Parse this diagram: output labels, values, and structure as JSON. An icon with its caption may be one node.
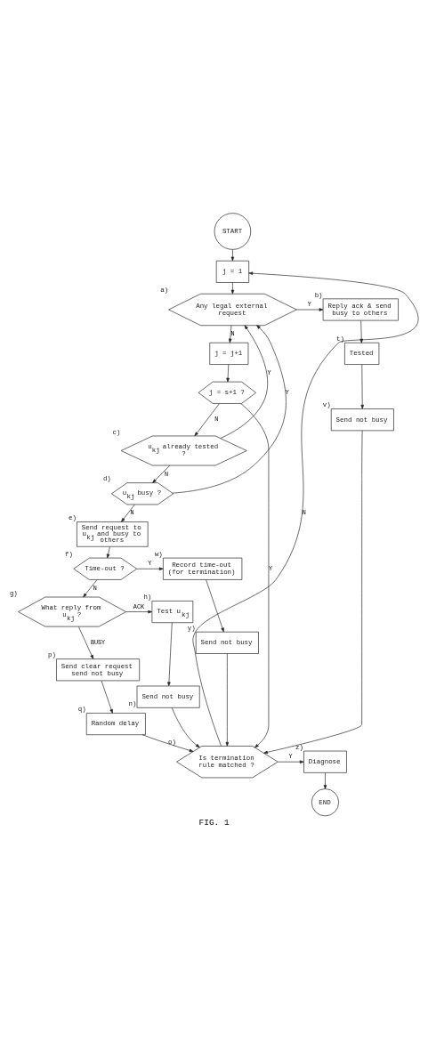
{
  "diagram": {
    "caption": "FIG. 1",
    "nodes": [
      {
        "text": [
          "START"
        ]
      },
      {
        "text": [
          "j = 1"
        ]
      },
      {
        "text": [
          "Any legal external request"
        ],
        "beside": [
          "a)"
        ]
      },
      {
        "text": [
          "Reply ack & send busy to others"
        ],
        "beside": [
          "b)"
        ]
      },
      {
        "text": [
          "Tested"
        ],
        "beside": [
          "t)"
        ]
      },
      {
        "text": [
          "Send not busy"
        ],
        "beside": [
          "v)"
        ]
      },
      {
        "text": [
          "j = j+1"
        ]
      },
      {
        "text": [
          "j = s+1 ?"
        ]
      },
      {
        "text": [
          "u$_{kj}$ already tested ?"
        ],
        "beside": [
          "c)"
        ]
      },
      {
        "text": [
          "u$_{kj}$ busy ?"
        ],
        "beside": [
          "d)"
        ]
      },
      {
        "text": [
          "Send request to u$_{kj}$ and busy to others"
        ],
        "beside": [
          "e)"
        ]
      },
      {
        "text": [
          "Time-out ?"
        ],
        "beside": [
          "f)"
        ]
      },
      {
        "text": [
          "Record time-out (for termination)"
        ],
        "beside": [
          "w)"
        ]
      },
      {
        "text": [
          "Send not busy"
        ],
        "beside": [
          "y)"
        ]
      },
      {
        "text": [
          "What reply from u$_{kj}$ ?"
        ],
        "beside": [
          "g)"
        ]
      },
      {
        "text": [
          "Test u$_{kj}$"
        ],
        "beside": [
          "h)"
        ]
      },
      {
        "text": [
          "Send not busy"
        ],
        "beside": [
          "n)"
        ]
      },
      {
        "text": [
          "Send clear request send not busy"
        ],
        "beside": [
          "p)"
        ]
      },
      {
        "text": [
          "Random delay"
        ],
        "beside": [
          "q)"
        ]
      },
      {
        "text": [
          "Is termination rule matched ?"
        ],
        "beside": [
          "o)"
        ]
      },
      {
        "text": [
          "Diagnose"
        ],
        "beside": [
          "z)"
        ]
      },
      {
        "text": [
          "END"
        ]
      }
    ],
    "edges": [
      {
        "from": 0,
        "to": 1,
        "arrow": "to"
      },
      {
        "from": 1,
        "to": 2,
        "arrow": "to"
      },
      {
        "from": 2,
        "to": 3,
        "arrow": "to",
        "label": "Y"
      },
      {
        "from": 3,
        "to": 4,
        "arrow": "to"
      },
      {
        "from": 4,
        "to": 5,
        "arrow": "to"
      },
      {
        "from": 2,
        "to": 6,
        "arrow": "to",
        "label": "N"
      },
      {
        "from": 6,
        "to": 7,
        "arrow": "to"
      },
      {
        "from": 7,
        "to": 19,
        "arrow": "to",
        "label": "Y"
      },
      {
        "from": 7,
        "to": 8,
        "arrow": "to",
        "label": "N"
      },
      {
        "from": 8,
        "to": 2,
        "arrow": "to",
        "label": "Y"
      },
      {
        "from": 8,
        "to": 9,
        "arrow": "to",
        "label": "N"
      },
      {
        "from": 9,
        "to": 2,
        "arrow": "to",
        "label": "Y"
      },
      {
        "from": 9,
        "to": 10,
        "arrow": "to",
        "label": "N"
      },
      {
        "from": 10,
        "to": 11,
        "arrow": "to"
      },
      {
        "from": 11,
        "to": 12,
        "arrow": "to",
        "label": "Y"
      },
      {
        "from": 12,
        "to": 13,
        "arrow": "to"
      },
      {
        "from": 11,
        "to": 14,
        "arrow": "to",
        "label": "N"
      },
      {
        "from": 14,
        "to": 15,
        "arrow": "to",
        "label": "ACK"
      },
      {
        "from": 15,
        "to": 16,
        "arrow": "to"
      },
      {
        "from": 14,
        "to": 17,
        "arrow": "to",
        "label": "BUSY"
      },
      {
        "from": 17,
        "to": 18,
        "arrow": "to"
      },
      {
        "from": 18,
        "to": 19,
        "arrow": "to"
      },
      {
        "from": 5,
        "to": 19,
        "arrow": "to"
      },
      {
        "from": 13,
        "to": 19,
        "arrow": "to"
      },
      {
        "from": 16,
        "to": 19,
        "arrow": "to"
      },
      {
        "from": 19,
        "to": 1,
        "arrow": "to",
        "label": "N"
      },
      {
        "from": 19,
        "to": 20,
        "arrow": "to",
        "label": "Y"
      },
      {
        "from": 20,
        "to": 21,
        "arrow": "to"
      }
    ]
  }
}
